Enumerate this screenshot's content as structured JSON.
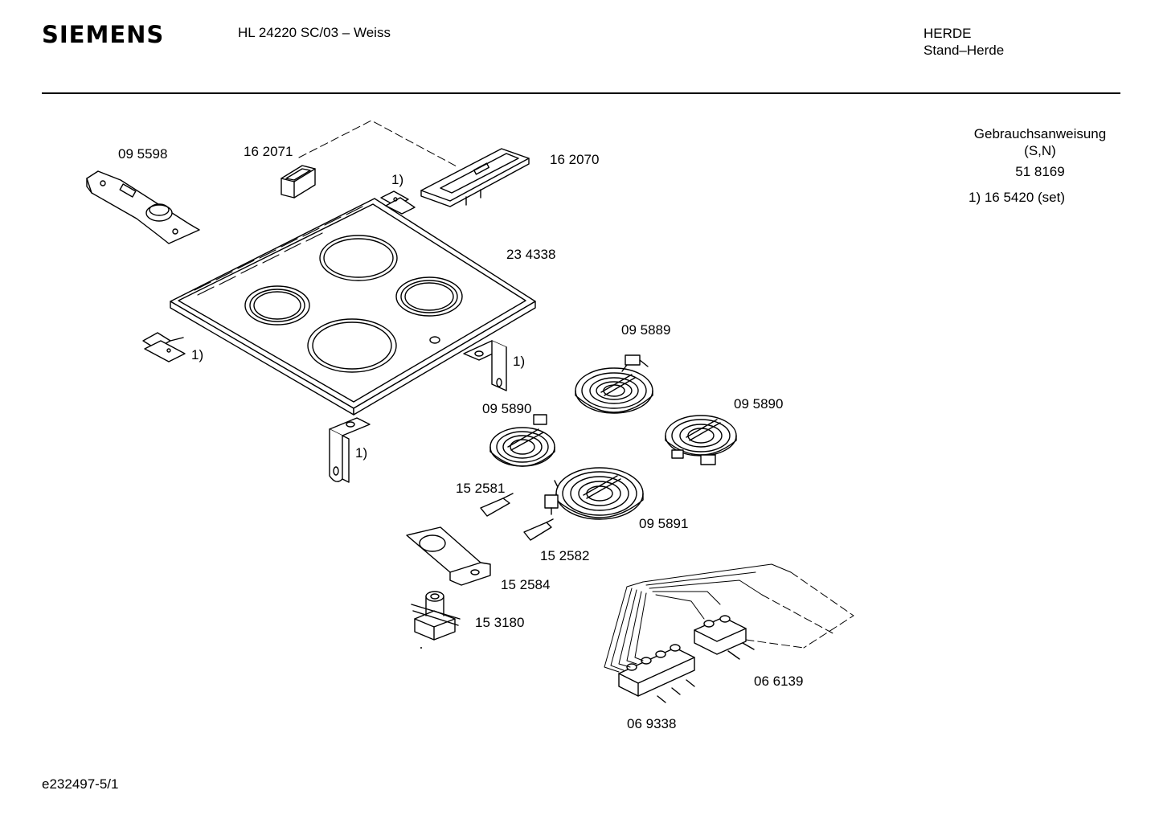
{
  "header": {
    "brand": "SIEMENS",
    "model": "HL 24220 SC/03 – Weiss",
    "category": "HERDE",
    "subcategory": "Stand–Herde"
  },
  "notes": {
    "manual_title": "Gebrauchsanweisung",
    "manual_variant": "(S,N)",
    "manual_number": "51 8169",
    "set_note": "1) 16 5420 (set)"
  },
  "parts": {
    "p095598": "09 5598",
    "p162071": "16 2071",
    "p162070": "16 2070",
    "p234338": "23 4338",
    "p095889": "09 5889",
    "p095890_right": "09 5890",
    "p095890_left": "09 5890",
    "p152581": "15 2581",
    "p095891": "09 5891",
    "p152582": "15 2582",
    "p152584": "15 2584",
    "p153180": "15 3180",
    "p066139": "06 6139",
    "p069338": "06 9338"
  },
  "markers": {
    "m1": "1)",
    "m2": "1)",
    "m3": "1)",
    "m4": "1)"
  },
  "footer": {
    "code": "e232497-5/1"
  }
}
